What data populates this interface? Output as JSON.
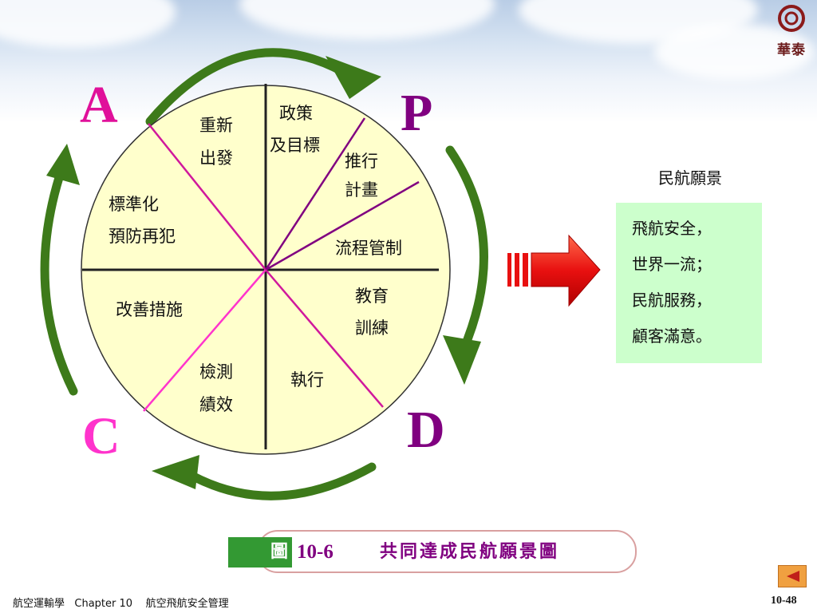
{
  "logo": {
    "text": "華泰",
    "icon": "ring-logo-icon",
    "color": "#8b1a1a"
  },
  "pdca": {
    "letters": {
      "a": "A",
      "p": "P",
      "c": "C",
      "d": "D"
    },
    "colors": {
      "a": "#e0109a",
      "p": "#800080",
      "c": "#ff33cc",
      "d": "#800080"
    },
    "segments": {
      "s1": [
        "重新",
        "出發"
      ],
      "s2": [
        "政策",
        "及目標"
      ],
      "s3": [
        "推行",
        "計畫"
      ],
      "s4": [
        "標準化",
        "預防再犯"
      ],
      "s5": [
        "流程管制"
      ],
      "s6": [
        "改善措施"
      ],
      "s7": [
        "教育",
        "訓練"
      ],
      "s8": [
        "檢測",
        "績效"
      ],
      "s9": [
        "執行"
      ]
    },
    "circle_fill": "#ffffcc",
    "arrow_color": "#3d7a1a"
  },
  "vision": {
    "title": "民航願景",
    "lines": [
      "飛航安全，",
      "世界一流；",
      "民航服務，",
      "顧客滿意。"
    ],
    "box_color": "#ccffcc",
    "arrow_icon": "big-right-arrow-icon"
  },
  "caption": {
    "fig_label": "圖",
    "number": "10-6",
    "title": "共同達成民航願景圖"
  },
  "footer": {
    "left": "航空運輸學   Chapter 10    航空飛航安全管理",
    "page": "10-48",
    "back_icon": "back-arrow-icon"
  }
}
